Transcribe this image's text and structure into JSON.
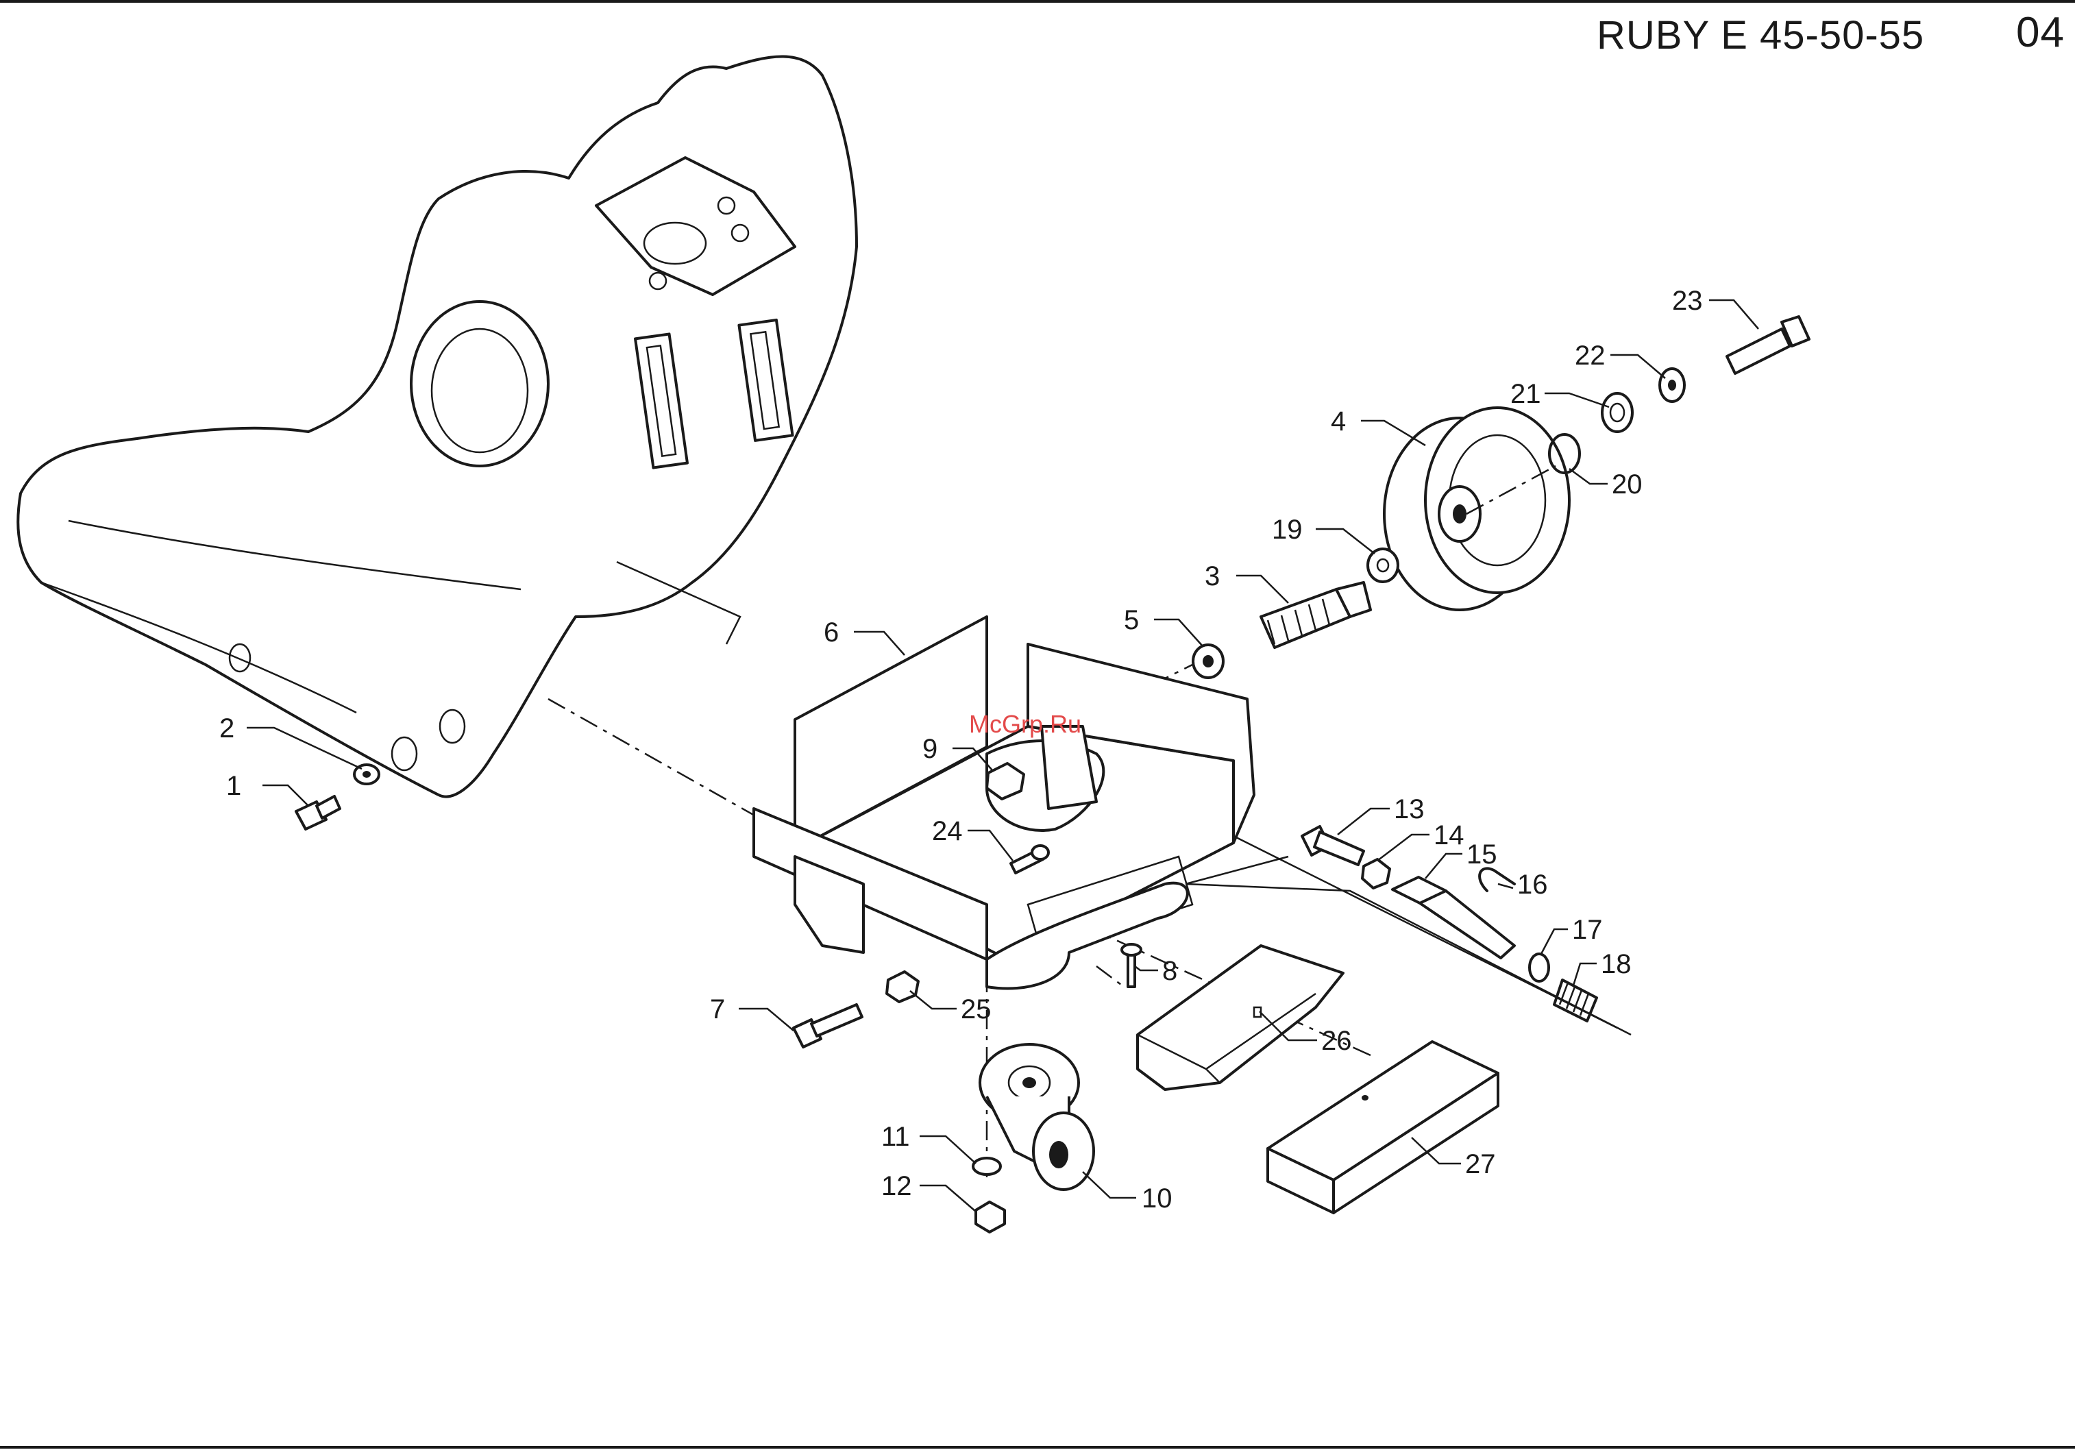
{
  "header": {
    "title": "RUBY E 45-50-55",
    "page_number": "04"
  },
  "watermark": "McGrp.Ru",
  "callouts": [
    {
      "label": "1"
    },
    {
      "label": "2"
    },
    {
      "label": "3"
    },
    {
      "label": "4"
    },
    {
      "label": "5"
    },
    {
      "label": "6"
    },
    {
      "label": "7"
    },
    {
      "label": "8"
    },
    {
      "label": "9"
    },
    {
      "label": "10"
    },
    {
      "label": "11"
    },
    {
      "label": "12"
    },
    {
      "label": "13"
    },
    {
      "label": "14"
    },
    {
      "label": "15"
    },
    {
      "label": "16"
    },
    {
      "label": "17"
    },
    {
      "label": "18"
    },
    {
      "label": "19"
    },
    {
      "label": "20"
    },
    {
      "label": "21"
    },
    {
      "label": "22"
    },
    {
      "label": "23"
    },
    {
      "label": "24"
    },
    {
      "label": "25"
    },
    {
      "label": "26"
    },
    {
      "label": "27"
    }
  ]
}
